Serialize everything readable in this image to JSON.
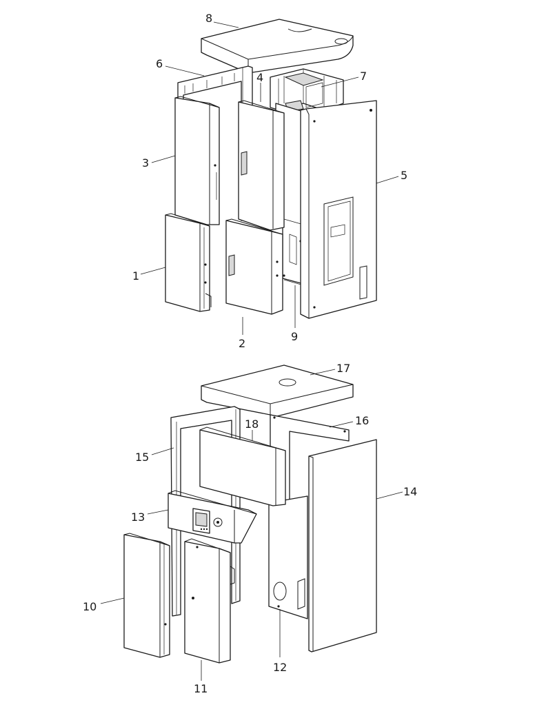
{
  "diagram": {
    "upper_assembly": {
      "callouts": [
        "1",
        "2",
        "3",
        "4",
        "5",
        "6",
        "7",
        "8",
        "9"
      ]
    },
    "lower_assembly": {
      "callouts": [
        "10",
        "11",
        "12",
        "13",
        "14",
        "15",
        "16",
        "17",
        "18"
      ]
    }
  }
}
